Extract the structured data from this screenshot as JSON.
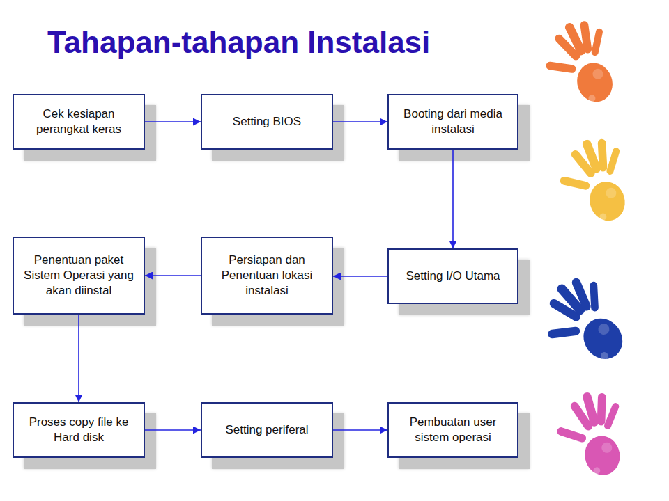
{
  "diagram": {
    "title": "Tahapan-tahapan Instalasi",
    "nodes": [
      {
        "text": [
          "Cek kesiapan perangkat keras"
        ]
      },
      {
        "text": [
          "Setting BIOS"
        ]
      },
      {
        "text": [
          "Booting dari media instalasi"
        ]
      },
      {
        "text": [
          "Setting I/O Utama"
        ]
      },
      {
        "text": [
          "Persiapan dan Penentuan lokasi instalasi"
        ]
      },
      {
        "text": [
          "Penentuan paket Sistem Operasi yang akan diinstal"
        ]
      },
      {
        "text": [
          "Proses copy file ke Hard disk"
        ]
      },
      {
        "text": [
          "Setting periferal"
        ]
      },
      {
        "text": [
          "Pembuatan user sistem operasi"
        ]
      }
    ],
    "edges": [
      {
        "from": 0,
        "to": 1,
        "arrow": "to"
      },
      {
        "from": 1,
        "to": 2,
        "arrow": "to"
      },
      {
        "from": 2,
        "to": 3,
        "arrow": "to"
      },
      {
        "from": 3,
        "to": 4,
        "arrow": "to"
      },
      {
        "from": 4,
        "to": 5,
        "arrow": "to"
      },
      {
        "from": 5,
        "to": 6,
        "arrow": "to"
      },
      {
        "from": 6,
        "to": 7,
        "arrow": "to"
      },
      {
        "from": 7,
        "to": 8,
        "arrow": "to"
      }
    ]
  }
}
